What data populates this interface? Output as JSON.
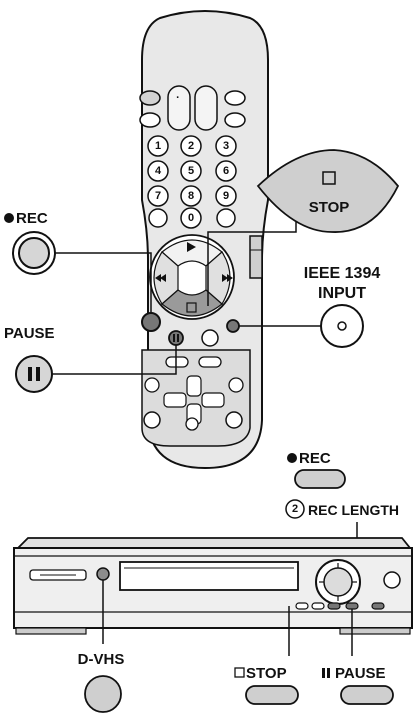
{
  "labels": {
    "rec_remote": "REC",
    "stop_remote": "STOP",
    "ieee_line1": "IEEE 1394",
    "ieee_line2": "INPUT",
    "pause_remote": "PAUSE",
    "rec_vcr": "REC",
    "rec_length_num": "2",
    "rec_length": "REC LENGTH",
    "dvhs": "D-VHS",
    "stop_vcr": "STOP",
    "pause_vcr": "PAUSE"
  },
  "keypad": [
    "1",
    "2",
    "3",
    "4",
    "5",
    "6",
    "7",
    "8",
    "9",
    "0"
  ],
  "colors": {
    "stroke": "#111111",
    "body_gray": "#e6e6e6",
    "button_gray": "#bdbdbd",
    "dark_gray": "#8c8c8c"
  }
}
